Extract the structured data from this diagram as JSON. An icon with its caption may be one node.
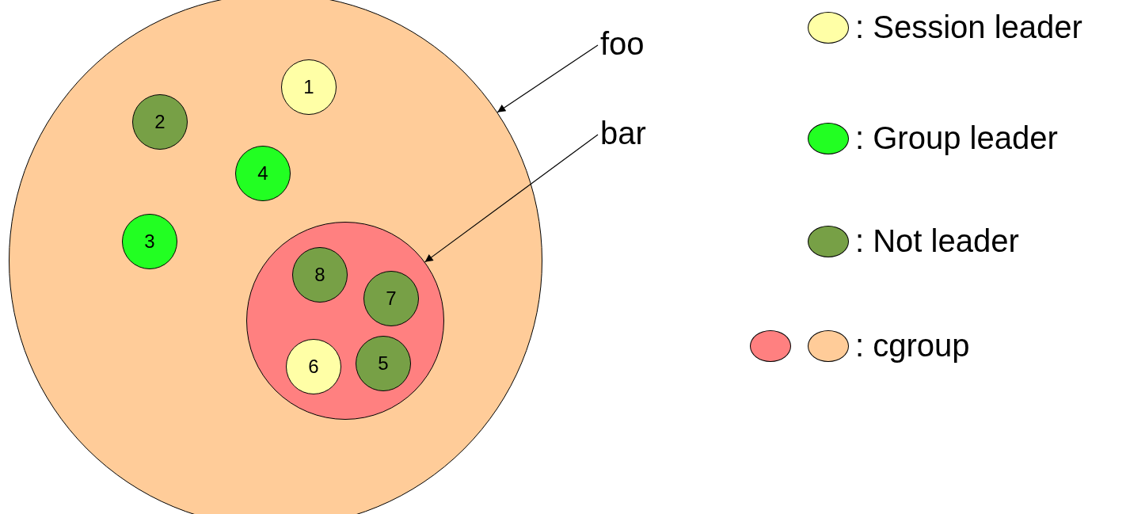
{
  "diagram": {
    "nodes": [
      {
        "text": [],
        "shape": "circle"
      },
      {
        "text": [
          "1"
        ],
        "in": 0
      },
      {
        "text": [
          "2"
        ],
        "in": 0
      },
      {
        "text": [
          "4"
        ],
        "in": 0
      },
      {
        "text": [
          "3"
        ],
        "in": 0
      },
      {
        "text": [],
        "shape": "circle",
        "in": 0
      },
      {
        "text": [
          "8"
        ],
        "in": 5
      },
      {
        "text": [
          "7"
        ],
        "in": 5
      },
      {
        "text": [
          "6"
        ],
        "in": 5
      },
      {
        "text": [
          "5"
        ],
        "in": 5
      },
      {
        "text": [
          "foo"
        ]
      },
      {
        "text": [
          "bar"
        ]
      }
    ],
    "edges": [
      {
        "from": 10,
        "to": 0,
        "arrow": "to"
      },
      {
        "from": 11,
        "to": 5,
        "arrow": "to"
      }
    ],
    "legend": [
      {
        "text": ": Session leader",
        "color": "#ffffa6"
      },
      {
        "text": ": Group leader",
        "color": "#22ff22"
      },
      {
        "text": ": Not leader",
        "color": "#77a046"
      },
      {
        "text": ": cgroup",
        "color": "#ffcc99"
      }
    ]
  }
}
